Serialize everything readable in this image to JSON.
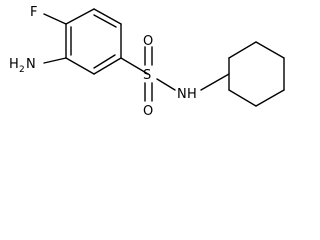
{
  "molecule": {
    "atoms": {
      "fluorine": "F",
      "amino_h": "H",
      "amino_h_count": "2",
      "amino_n": "N",
      "sulfur": "S",
      "oxygen_top": "O",
      "oxygen_bottom": "O",
      "amide_n": "N",
      "amide_h": "H"
    }
  }
}
